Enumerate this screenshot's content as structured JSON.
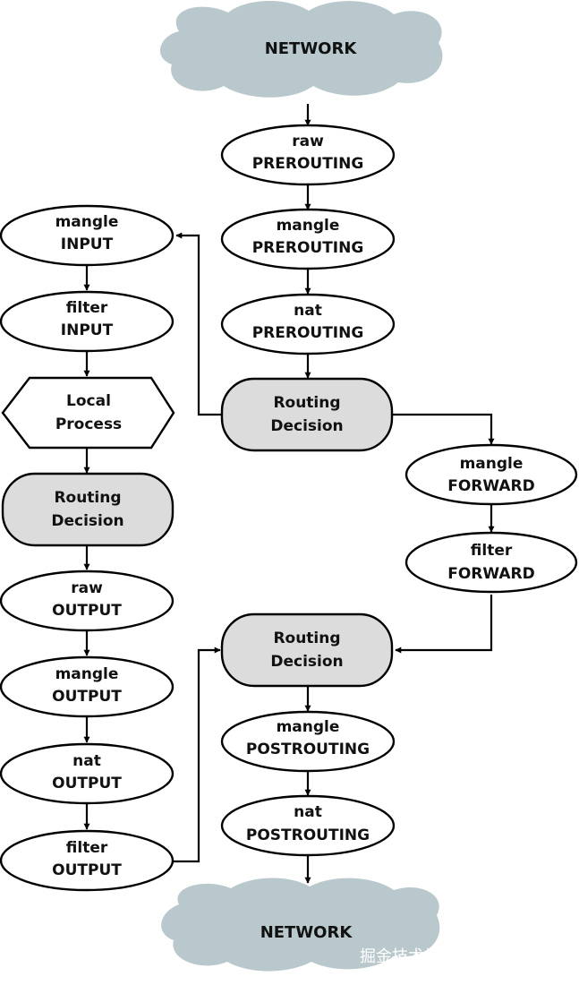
{
  "clouds": {
    "top": "NETWORK",
    "bottom": "NETWORK"
  },
  "nodes": {
    "raw_prerouting": [
      "raw",
      "PREROUTING"
    ],
    "mangle_prerouting": [
      "mangle",
      "PREROUTING"
    ],
    "nat_prerouting": [
      "nat",
      "PREROUTING"
    ],
    "routing_decision_1": [
      "Routing",
      "Decision"
    ],
    "mangle_input": [
      "mangle",
      "INPUT"
    ],
    "filter_input": [
      "filter",
      "INPUT"
    ],
    "local_process": [
      "Local",
      "Process"
    ],
    "routing_decision_2": [
      "Routing",
      "Decision"
    ],
    "raw_output": [
      "raw",
      "OUTPUT"
    ],
    "mangle_output": [
      "mangle",
      "OUTPUT"
    ],
    "nat_output": [
      "nat",
      "OUTPUT"
    ],
    "filter_output": [
      "filter",
      "OUTPUT"
    ],
    "mangle_forward": [
      "mangle",
      "FORWARD"
    ],
    "filter_forward": [
      "filter",
      "FORWARD"
    ],
    "routing_decision_3": [
      "Routing",
      "Decision"
    ],
    "mangle_postrouting": [
      "mangle",
      "POSTROUTING"
    ],
    "nat_postrouting": [
      "nat",
      "POSTROUTING"
    ]
  },
  "watermark": "掘金技术社区 @ 昵称为空C",
  "colors": {
    "cloud": "#b9c8cc",
    "routing_fill": "#dcdcdc",
    "stroke": "#000000"
  }
}
